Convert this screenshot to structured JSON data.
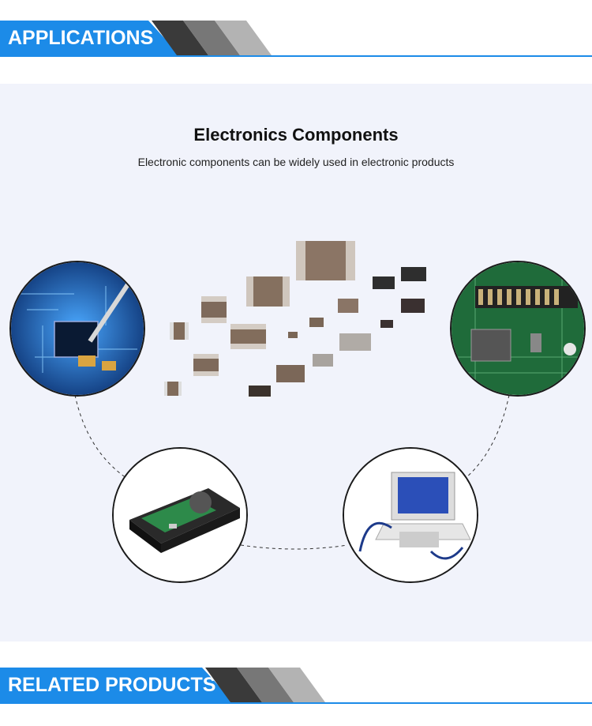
{
  "header": {
    "title": "APPLICATIONS"
  },
  "main": {
    "title": "Electronics Components",
    "subtitle": "Electronic components can be widely used in electronic products"
  },
  "footer": {
    "title": "RELATED PRODUCTS"
  },
  "colors": {
    "accent": "#1c8be8",
    "stripe_dark": "#3a3a3a",
    "stripe_mid": "#6e6e6e",
    "stripe_light": "#b0b0b0",
    "panel_bg": "#f1f3fb"
  },
  "images": [
    {
      "name": "circuit-board-soldering-image"
    },
    {
      "name": "green-pcb-image"
    },
    {
      "name": "hard-disk-drive-image"
    },
    {
      "name": "laptop-test-equipment-image"
    },
    {
      "name": "smd-components-image"
    }
  ]
}
